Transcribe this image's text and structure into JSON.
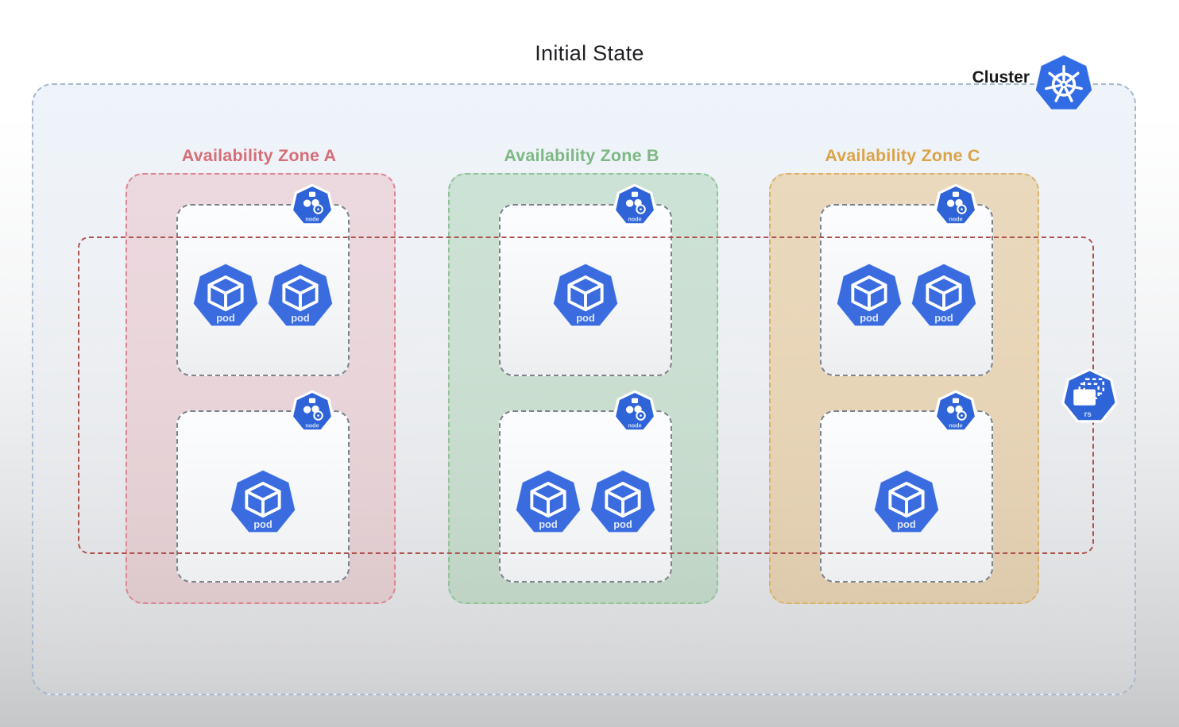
{
  "page": {
    "title": "Initial State"
  },
  "cluster": {
    "label": "Cluster",
    "border_color": "#a8b8cc"
  },
  "labels": {
    "node": "node",
    "pod": "pod",
    "replicaset": "rs"
  },
  "colors": {
    "kubernetes_blue": "#326ce5",
    "replicaset_boundary": "#ae534c",
    "node_box_border": "#7c828a"
  },
  "zones": [
    {
      "label": "Availability Zone A",
      "colors": {
        "title": "#d66e78",
        "fill": "rgba(226,115,125,0.20)",
        "border": "#db8690"
      },
      "nodes": [
        {
          "pods": 2
        },
        {
          "pods": 1
        }
      ]
    },
    {
      "label": "Availability Zone B",
      "colors": {
        "title": "#7cb883",
        "fill": "rgba(126,190,135,0.30)",
        "border": "#8fc497"
      },
      "nodes": [
        {
          "pods": 1
        },
        {
          "pods": 2
        }
      ]
    },
    {
      "label": "Availability Zone C",
      "colors": {
        "title": "#daa348",
        "fill": "rgba(226,165,70,0.33)",
        "border": "#d9b269"
      },
      "nodes": [
        {
          "pods": 2
        },
        {
          "pods": 1
        }
      ]
    }
  ]
}
